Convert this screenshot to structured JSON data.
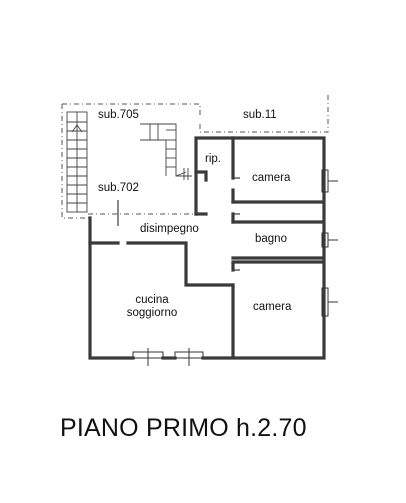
{
  "labels": {
    "sub_705": "sub.705",
    "sub_702": "sub.702",
    "sub_11": "sub.11",
    "rip": "rip.",
    "camera_1": "camera",
    "bagno": "bagno",
    "camera_2": "camera",
    "disimpegno": "disimpegno",
    "cucina": "cucina",
    "soggiorno": "soggiorno"
  },
  "title": "PIANO PRIMO h.2.70"
}
